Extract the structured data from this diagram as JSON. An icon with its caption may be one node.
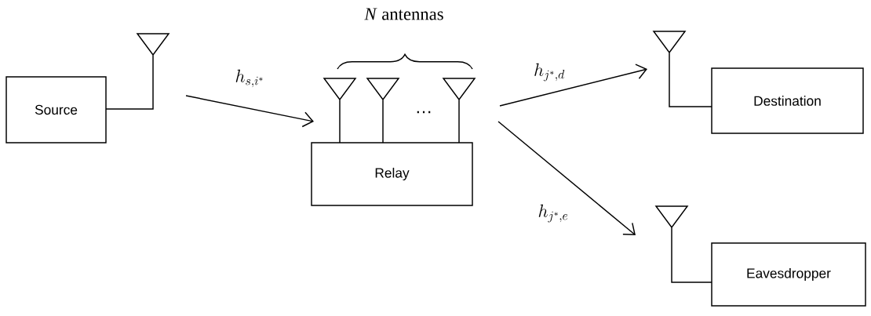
{
  "diagram": {
    "nodes": [
      {
        "text": [
          "Source"
        ]
      },
      {
        "text": [
          "Relay"
        ]
      },
      {
        "text": [
          "Destination"
        ]
      },
      {
        "text": [
          "Eavesdropper"
        ]
      }
    ],
    "edges": [
      {
        "from": 0,
        "to": 1,
        "arrow": "to",
        "label": "h_{s,i^*}"
      },
      {
        "from": 1,
        "to": 2,
        "arrow": "to",
        "label": "h_{j^*,d}"
      },
      {
        "from": 1,
        "to": 3,
        "arrow": "to",
        "label": "h_{j^*,e}"
      }
    ],
    "labels": [
      "*N* antennas",
      "…"
    ]
  }
}
